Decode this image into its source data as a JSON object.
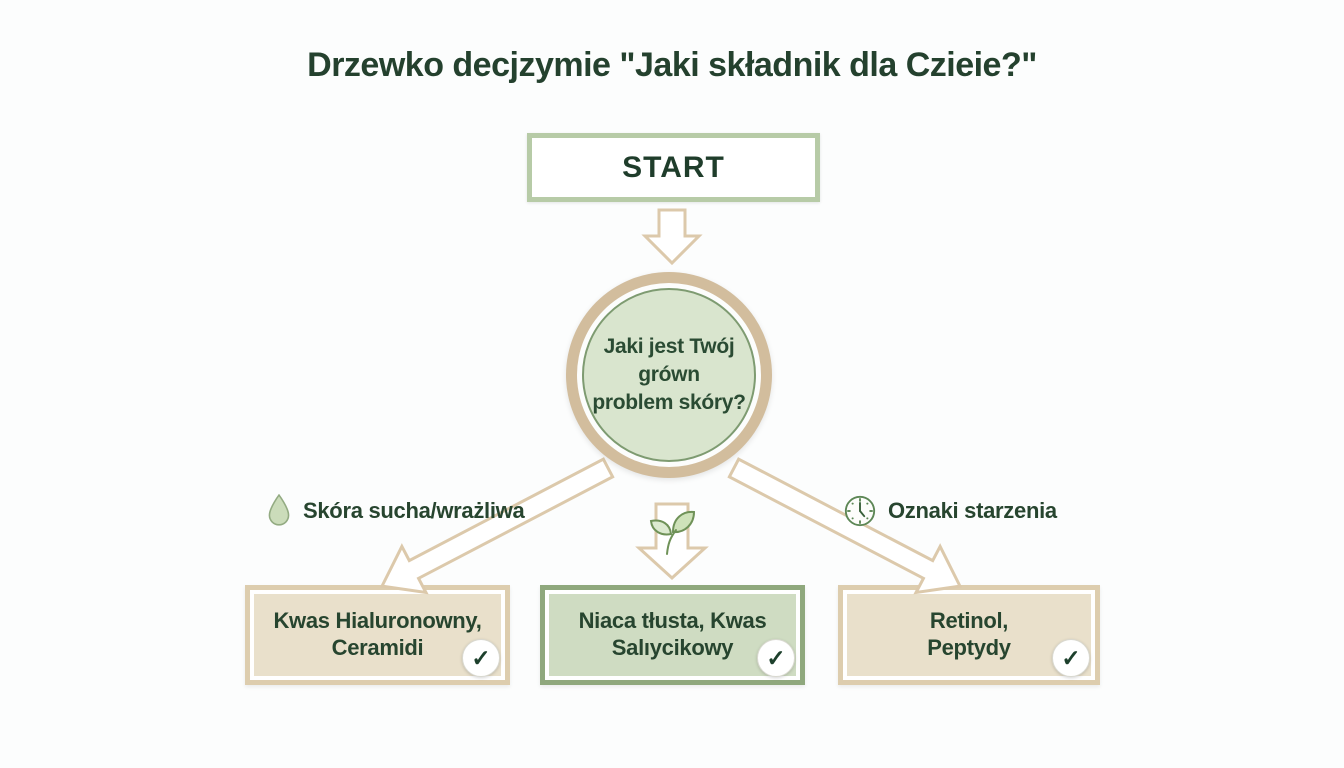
{
  "title": "Drzewko decjzymie \"Jaki składnik dla Czieie?\"",
  "start": {
    "label": "START"
  },
  "decision": {
    "lines": [
      "Jaki jest Twój",
      "grówn",
      "problem skóry?"
    ]
  },
  "branches": [
    {
      "icon": "droplet-icon",
      "label": "Skóra sucha/wrażliwa",
      "result_lines": [
        "Kwas Hialuronowny,",
        "Ceramidi"
      ]
    },
    {
      "icon": "leaf-icon",
      "label": "",
      "result_lines": [
        "Niaca tłusta, Kwas",
        "Salıycikowy"
      ]
    },
    {
      "icon": "clock-icon",
      "label": "Oznaki starzenia",
      "result_lines": [
        "Retinol,",
        "Peptydy"
      ]
    }
  ],
  "check_glyph": "✓",
  "colors": {
    "title_text": "#24412e",
    "dark_green_text": "#2a4b33",
    "sage_border": "#b7cba7",
    "tan_outline": "#dcc9ab",
    "circle_ring": "#d2bd9d",
    "circle_fill": "#d9e5ce",
    "box_tan_fill": "#e9e0cb",
    "box_tan_border": "#ddcdae",
    "box_green_fill": "#cfdcc2",
    "box_green_border": "#8fa87d"
  }
}
